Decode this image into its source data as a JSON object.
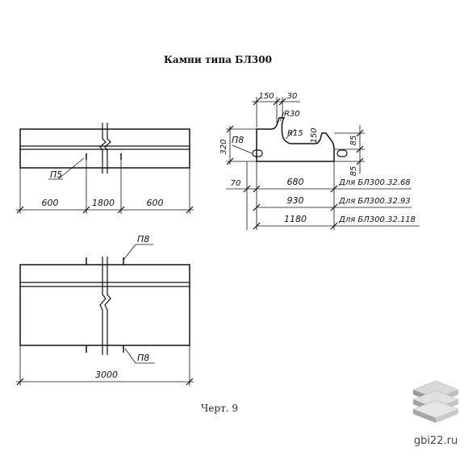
{
  "title": "Камни типа БЛ300",
  "caption": "Черт. 9",
  "watermark": "gbi22.ru",
  "top_view": {
    "dims": [
      "600",
      "1800",
      "600"
    ],
    "hole_label": "П5"
  },
  "bottom_view": {
    "hole_label_top": "П8",
    "hole_label_bottom": "П8",
    "length": "3000"
  },
  "section": {
    "top_dims": [
      "150",
      "30"
    ],
    "radius_large": "R30",
    "radius_small": "R15",
    "height": "320",
    "hole_label": "П8",
    "right_dims": [
      "85",
      "150",
      "85"
    ],
    "offset": "70",
    "rows": [
      {
        "width": "680",
        "label": "Для БЛ300.32.68"
      },
      {
        "width": "930",
        "label": "Для БЛ300.32.93"
      },
      {
        "width": "1180",
        "label": "Для БЛ300.32.118"
      }
    ]
  }
}
